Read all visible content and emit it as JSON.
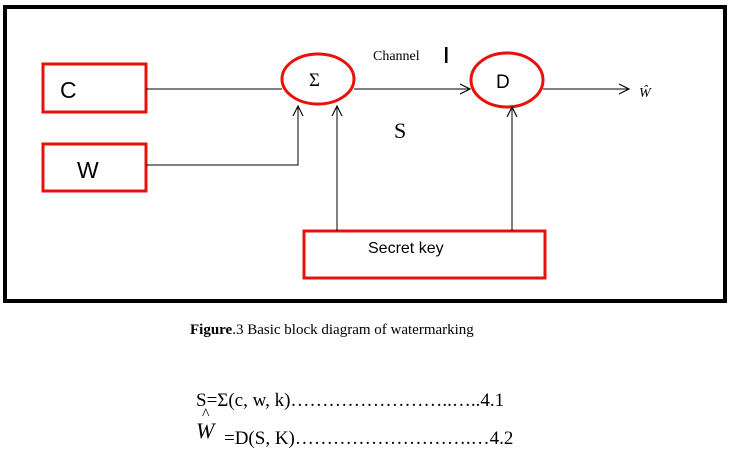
{
  "diagram": {
    "blocks": {
      "cover": "C",
      "watermark": "W",
      "embedder": "Σ",
      "detector": "D",
      "secret_key": "Secret key"
    },
    "labels": {
      "channel": "Channel",
      "signal": "S",
      "output": "Ŵ"
    },
    "colors": {
      "block_border": "#e8120c",
      "frame": "#000000",
      "lines": "#000000"
    }
  },
  "caption": {
    "prefix": "Figure",
    "text": ".3 Basic block diagram of watermarking"
  },
  "equations": [
    {
      "lhs": "S=Σ(c, w, k)",
      "dots": "……………………..…..",
      "number": "4.1"
    },
    {
      "lhs_symbol": "W",
      "lhs_hat": "^",
      "rhs": "=D(S, K)",
      "dots": "……………………….…",
      "number": "4.2"
    }
  ]
}
